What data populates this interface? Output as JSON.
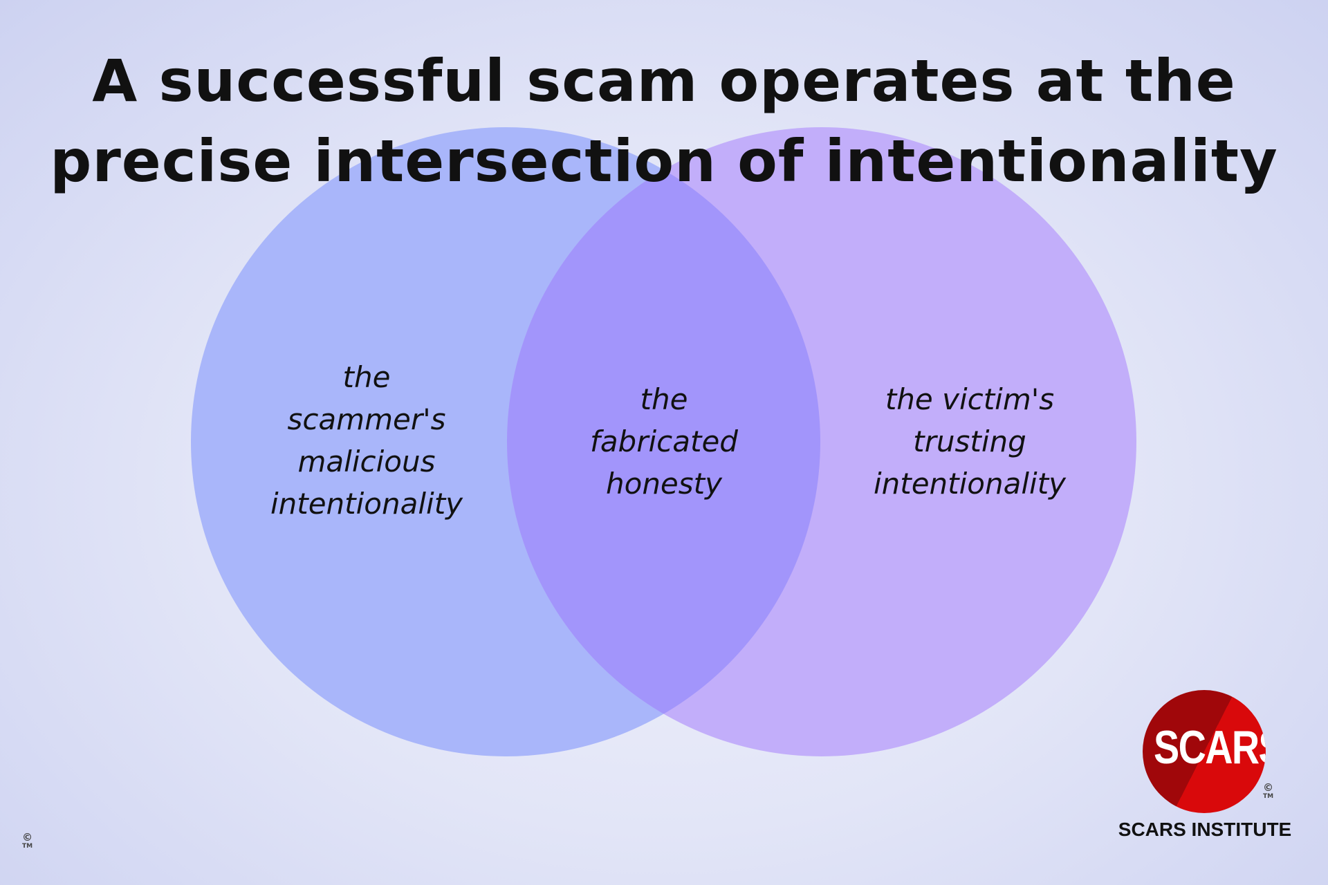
{
  "title": {
    "line1": "A successful scam operates at the",
    "line2": "precise intersection of intentionality"
  },
  "venn": {
    "left": {
      "lines": [
        "the",
        "scammer's",
        "malicious",
        "intentionality"
      ],
      "color": "#a9b6fa"
    },
    "center": {
      "lines": [
        "the",
        "fabricated",
        "honesty"
      ],
      "color": "#a295fb"
    },
    "right": {
      "lines": [
        "the victim's",
        "trusting",
        "intentionality"
      ],
      "color": "#c2aefa"
    }
  },
  "logo": {
    "text": "SCARS",
    "institute": "SCARS INSTITUTE",
    "copyright": "©",
    "trademark": "TM",
    "colors": [
      "#d9090b",
      "#a0070a"
    ]
  },
  "corner_mark": {
    "copyright": "©",
    "trademark": "TM"
  }
}
